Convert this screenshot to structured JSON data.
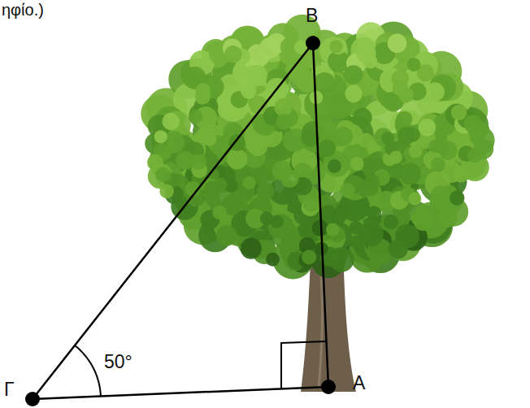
{
  "diagram": {
    "labels": [
      "ηφίο.)",
      "Β",
      "Α",
      "Γ",
      "50°"
    ]
  }
}
